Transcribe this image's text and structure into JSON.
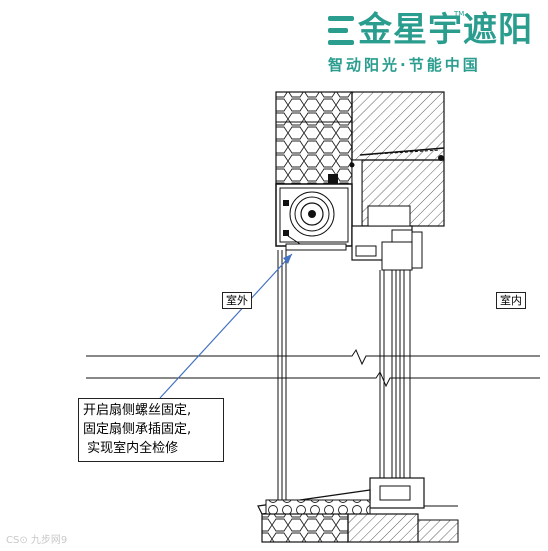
{
  "brand": {
    "name": "金星宇遮阳",
    "trademark": "TM",
    "slogan": "智动阳光·节能中国",
    "color": "#2a9d8f"
  },
  "labels": {
    "outdoor": "室外",
    "indoor": "室内"
  },
  "callout": {
    "lines": [
      "开启扇侧螺丝固定,",
      "固定扇侧承插固定,",
      " 实现室内全检修"
    ]
  },
  "watermark": "CS⊙ 九步网9"
}
